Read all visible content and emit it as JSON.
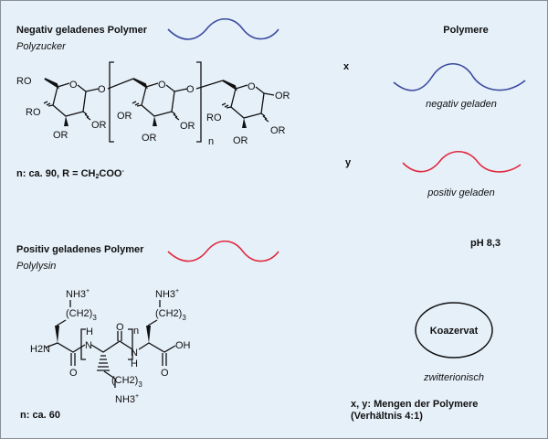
{
  "colors": {
    "background": "#e6f0f9",
    "border": "#8a8f96",
    "negative": "#3a4aa0",
    "positive": "#e0283c"
  },
  "negative_panel": {
    "title": "Negativ geladenes Polymer",
    "subtitle": "Polyzucker",
    "substituent": "OR",
    "substituent_left": "RO",
    "bridge_oxygen": "O",
    "ring_oxygen": "O",
    "repeat": "n",
    "note": "n: ca. 90, R = CH",
    "note_sub": "2",
    "note_end": "COO",
    "note_sup": "-"
  },
  "positive_panel": {
    "title": "Positiv geladenes Polymer",
    "subtitle": "Polylysin",
    "amine": "H2N",
    "nh": "N",
    "h": "H",
    "o": "O",
    "oh": "OH",
    "ch2": "(CH2)",
    "count": "3",
    "nh3": "NH3",
    "plus": "+",
    "repeat": "n",
    "note": "n: ca. 60"
  },
  "legend": {
    "title": "Polymere",
    "x_label": "x",
    "negative_label": "negativ geladen",
    "y_label": "y",
    "positive_label": "positiv geladen",
    "ph": "pH 8,3",
    "product": "Koazervat",
    "product_label": "zwitterionisch",
    "footnote_1": "x, y: Mengen der Polymere",
    "footnote_2": "(Verhältnis 4:1)"
  }
}
